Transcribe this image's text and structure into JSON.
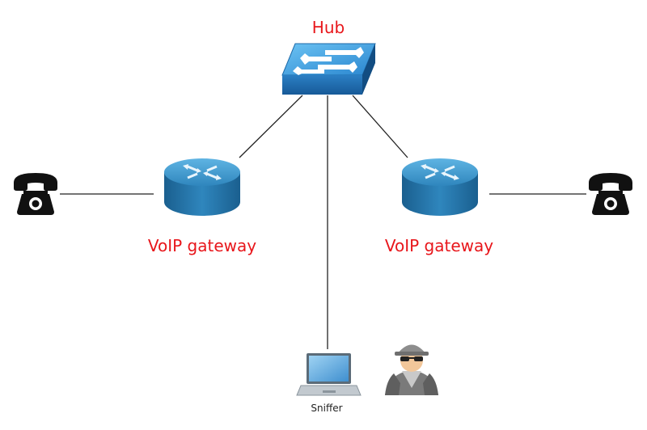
{
  "diagram": {
    "hub_label": "Hub",
    "left_gateway_label": "VoIP gateway",
    "right_gateway_label": "VoIP gateway",
    "sniffer_label": "Sniffer"
  },
  "icons": {
    "hub": "network-hub-icon",
    "gateway": "router-icon",
    "phone": "telephone-icon",
    "laptop": "laptop-icon",
    "attacker": "spy-icon"
  },
  "colors": {
    "label_red": "#e8161b",
    "device_blue": "#2a7fbf",
    "link": "#222222"
  }
}
